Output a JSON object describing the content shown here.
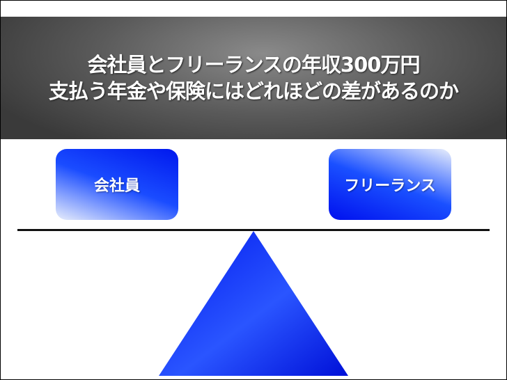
{
  "title": {
    "line1": "会社員とフリーランスの年収300万円",
    "line2": "支払う年金や保険にはどれほどの差があるのか"
  },
  "scale": {
    "left_label": "会社員",
    "right_label": "フリーランス"
  },
  "colors": {
    "box_blue": "#0018ee",
    "fulcrum_blue": "#0a2af0",
    "header_gray": "#5a5a5a"
  }
}
